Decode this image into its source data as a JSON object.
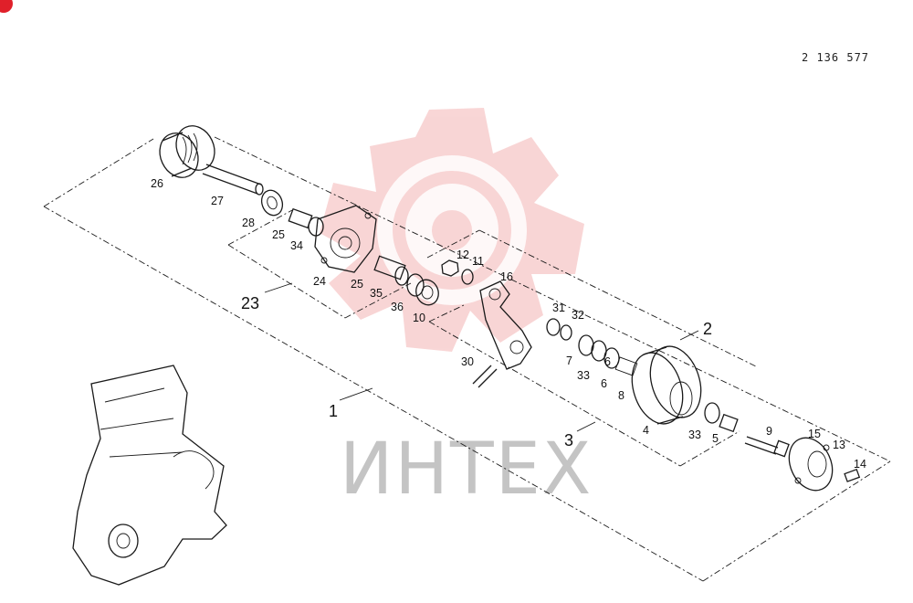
{
  "drawing_number": "2 136 577",
  "watermark_text": "ИНТЕХ",
  "colors": {
    "line": "#1a1a1a",
    "watermark_gear": "#f4b4b4",
    "watermark_text": "#c4c4c4",
    "badge": "#e0202a"
  },
  "icons": {
    "corner_badge": "red-circle-badge-icon",
    "watermark": "gear-logo-icon"
  },
  "group_labels": {
    "g1": "1",
    "g2": "2",
    "g3": "3",
    "g23": "23"
  },
  "part_labels": {
    "p26": "26",
    "p27": "27",
    "p28": "28",
    "p25a": "25",
    "p34": "34",
    "p24": "24",
    "p25b": "25",
    "p35": "35",
    "p36": "36",
    "p10": "10",
    "p12": "12",
    "p11": "11",
    "p16": "16",
    "p30": "30",
    "p31": "31",
    "p32": "32",
    "p7": "7",
    "p33a": "33",
    "p6a": "6",
    "p6b": "6",
    "p8": "8",
    "p4": "4",
    "p33b": "33",
    "p5": "5",
    "p9": "9",
    "p15": "15",
    "p13": "13",
    "p14": "14"
  }
}
